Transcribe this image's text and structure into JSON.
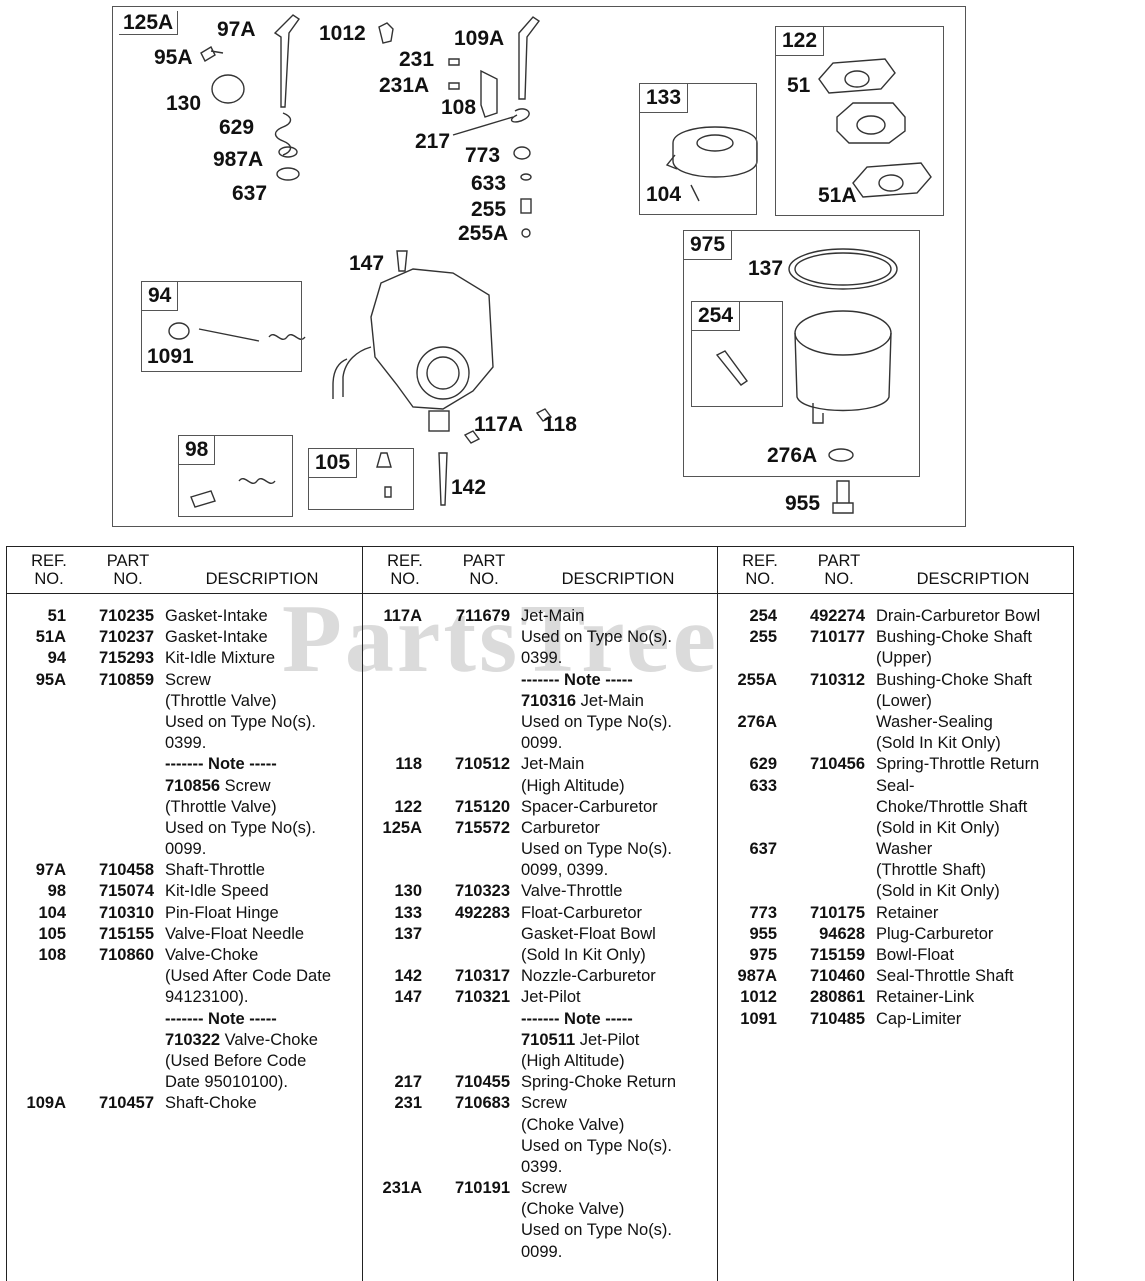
{
  "diagram": {
    "callouts": [
      "125A",
      "97A",
      "1012",
      "109A",
      "95A",
      "231",
      "231A",
      "130",
      "108",
      "629",
      "217",
      "773",
      "987A",
      "633",
      "637",
      "255",
      "255A",
      "147",
      "1091",
      "117A",
      "118",
      "142",
      "276A",
      "955",
      "51",
      "51A",
      "104",
      "137"
    ],
    "kits": {
      "k94": "94",
      "k98": "98",
      "k105": "105",
      "k122": "122",
      "k133": "133",
      "k975": "975",
      "k254": "254"
    }
  },
  "watermark": "PartsTree",
  "table": {
    "headers": {
      "ref": "REF.\nNO.",
      "part": "PART\nNO.",
      "desc": "DESCRIPTION"
    },
    "columns": [
      [
        {
          "ref": "51",
          "part": "710235",
          "desc": "Gasket-Intake"
        },
        {
          "ref": "51A",
          "part": "710237",
          "desc": "Gasket-Intake"
        },
        {
          "ref": "94",
          "part": "715293",
          "desc": "Kit-Idle Mixture"
        },
        {
          "ref": "95A",
          "part": "710859",
          "desc": "Screw"
        },
        {
          "ref": "",
          "part": "",
          "desc": "(Throttle Valve)"
        },
        {
          "ref": "",
          "part": "",
          "desc": "Used on Type No(s)."
        },
        {
          "ref": "",
          "part": "",
          "desc": "0399."
        },
        {
          "ref": "",
          "part": "",
          "desc": "------- Note -----",
          "bold": true
        },
        {
          "ref": "",
          "part": "",
          "desc": "Screw",
          "lead": "710856"
        },
        {
          "ref": "",
          "part": "",
          "desc": "(Throttle Valve)"
        },
        {
          "ref": "",
          "part": "",
          "desc": "Used on Type No(s)."
        },
        {
          "ref": "",
          "part": "",
          "desc": "0099."
        },
        {
          "ref": "97A",
          "part": "710458",
          "desc": "Shaft-Throttle"
        },
        {
          "ref": "98",
          "part": "715074",
          "desc": "Kit-Idle Speed"
        },
        {
          "ref": "104",
          "part": "710310",
          "desc": "Pin-Float Hinge"
        },
        {
          "ref": "105",
          "part": "715155",
          "desc": "Valve-Float Needle"
        },
        {
          "ref": "108",
          "part": "710860",
          "desc": "Valve-Choke"
        },
        {
          "ref": "",
          "part": "",
          "desc": "(Used After Code Date"
        },
        {
          "ref": "",
          "part": "",
          "desc": "94123100)."
        },
        {
          "ref": "",
          "part": "",
          "desc": "------- Note -----",
          "bold": true
        },
        {
          "ref": "",
          "part": "",
          "desc": "Valve-Choke",
          "lead": "710322"
        },
        {
          "ref": "",
          "part": "",
          "desc": "(Used Before Code"
        },
        {
          "ref": "",
          "part": "",
          "desc": "Date 95010100)."
        },
        {
          "ref": "109A",
          "part": "710457",
          "desc": "Shaft-Choke"
        }
      ],
      [
        {
          "ref": "117A",
          "part": "711679",
          "desc": "Jet-Main"
        },
        {
          "ref": "",
          "part": "",
          "desc": "Used on Type No(s)."
        },
        {
          "ref": "",
          "part": "",
          "desc": "0399."
        },
        {
          "ref": "",
          "part": "",
          "desc": "------- Note -----",
          "bold": true
        },
        {
          "ref": "",
          "part": "",
          "desc": "Jet-Main",
          "lead": "710316"
        },
        {
          "ref": "",
          "part": "",
          "desc": "Used on Type No(s)."
        },
        {
          "ref": "",
          "part": "",
          "desc": "0099."
        },
        {
          "ref": "118",
          "part": "710512",
          "desc": "Jet-Main"
        },
        {
          "ref": "",
          "part": "",
          "desc": "(High Altitude)"
        },
        {
          "ref": "122",
          "part": "715120",
          "desc": "Spacer-Carburetor"
        },
        {
          "ref": "125A",
          "part": "715572",
          "desc": "Carburetor"
        },
        {
          "ref": "",
          "part": "",
          "desc": "Used on Type No(s)."
        },
        {
          "ref": "",
          "part": "",
          "desc": "0099, 0399."
        },
        {
          "ref": "130",
          "part": "710323",
          "desc": "Valve-Throttle"
        },
        {
          "ref": "133",
          "part": "492283",
          "desc": "Float-Carburetor"
        },
        {
          "ref": "137",
          "part": "",
          "desc": "Gasket-Float Bowl"
        },
        {
          "ref": "",
          "part": "",
          "desc": "(Sold In Kit Only)"
        },
        {
          "ref": "142",
          "part": "710317",
          "desc": "Nozzle-Carburetor"
        },
        {
          "ref": "147",
          "part": "710321",
          "desc": "Jet-Pilot"
        },
        {
          "ref": "",
          "part": "",
          "desc": "------- Note -----",
          "bold": true
        },
        {
          "ref": "",
          "part": "",
          "desc": "Jet-Pilot",
          "lead": "710511"
        },
        {
          "ref": "",
          "part": "",
          "desc": "(High Altitude)"
        },
        {
          "ref": "217",
          "part": "710455",
          "desc": "Spring-Choke Return"
        },
        {
          "ref": "231",
          "part": "710683",
          "desc": "Screw"
        },
        {
          "ref": "",
          "part": "",
          "desc": "(Choke Valve)"
        },
        {
          "ref": "",
          "part": "",
          "desc": "Used on Type No(s)."
        },
        {
          "ref": "",
          "part": "",
          "desc": "0399."
        },
        {
          "ref": "231A",
          "part": "710191",
          "desc": "Screw"
        },
        {
          "ref": "",
          "part": "",
          "desc": "(Choke Valve)"
        },
        {
          "ref": "",
          "part": "",
          "desc": "Used on Type No(s)."
        },
        {
          "ref": "",
          "part": "",
          "desc": "0099."
        }
      ],
      [
        {
          "ref": "254",
          "part": "492274",
          "desc": "Drain-Carburetor Bowl"
        },
        {
          "ref": "255",
          "part": "710177",
          "desc": "Bushing-Choke Shaft"
        },
        {
          "ref": "",
          "part": "",
          "desc": "(Upper)"
        },
        {
          "ref": "255A",
          "part": "710312",
          "desc": "Bushing-Choke Shaft"
        },
        {
          "ref": "",
          "part": "",
          "desc": "(Lower)"
        },
        {
          "ref": "276A",
          "part": "",
          "desc": "Washer-Sealing"
        },
        {
          "ref": "",
          "part": "",
          "desc": "(Sold In Kit Only)"
        },
        {
          "ref": "629",
          "part": "710456",
          "desc": "Spring-Throttle Return"
        },
        {
          "ref": "633",
          "part": "",
          "desc": "Seal-"
        },
        {
          "ref": "",
          "part": "",
          "desc": "Choke/Throttle Shaft"
        },
        {
          "ref": "",
          "part": "",
          "desc": "(Sold in Kit Only)"
        },
        {
          "ref": "637",
          "part": "",
          "desc": "Washer"
        },
        {
          "ref": "",
          "part": "",
          "desc": "(Throttle Shaft)"
        },
        {
          "ref": "",
          "part": "",
          "desc": "(Sold in Kit Only)"
        },
        {
          "ref": "773",
          "part": "710175",
          "desc": "Retainer"
        },
        {
          "ref": "955",
          "part": "94628",
          "desc": "Plug-Carburetor"
        },
        {
          "ref": "975",
          "part": "715159",
          "desc": "Bowl-Float"
        },
        {
          "ref": "987A",
          "part": "710460",
          "desc": "Seal-Throttle Shaft"
        },
        {
          "ref": "1012",
          "part": "280861",
          "desc": "Retainer-Link"
        },
        {
          "ref": "1091",
          "part": "710485",
          "desc": "Cap-Limiter"
        }
      ]
    ]
  }
}
